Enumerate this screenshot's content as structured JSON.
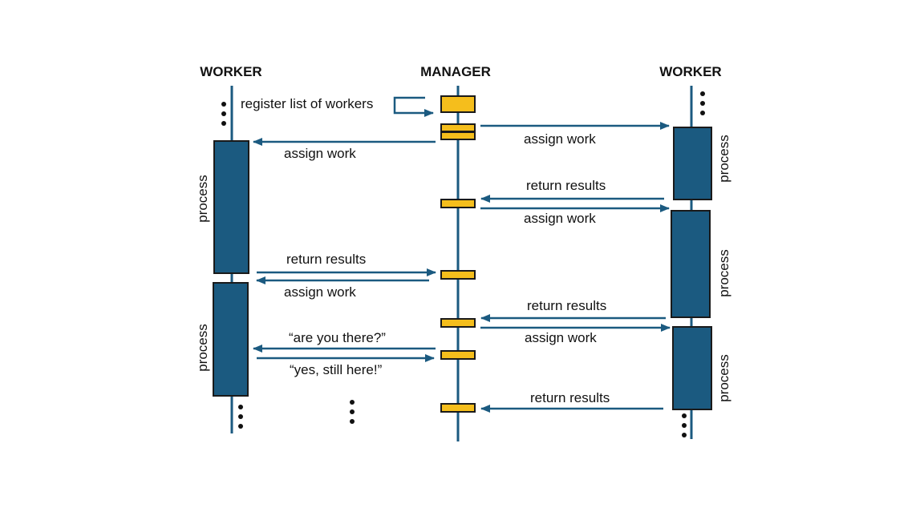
{
  "colors": {
    "lifeline": "#1b5a80",
    "worker_activation": "#1b5a80",
    "manager_activation": "#f5be1c",
    "outline": "#1a1a1a"
  },
  "headers": {
    "left_worker": "WORKER",
    "manager": "MANAGER",
    "right_worker": "WORKER"
  },
  "messages": {
    "register": "register list of workers",
    "assign_work": "assign work",
    "return_results": "return results",
    "are_you_there": "“are you there?”",
    "still_here": "“yes, still here!”"
  },
  "activations": {
    "process": "process"
  }
}
